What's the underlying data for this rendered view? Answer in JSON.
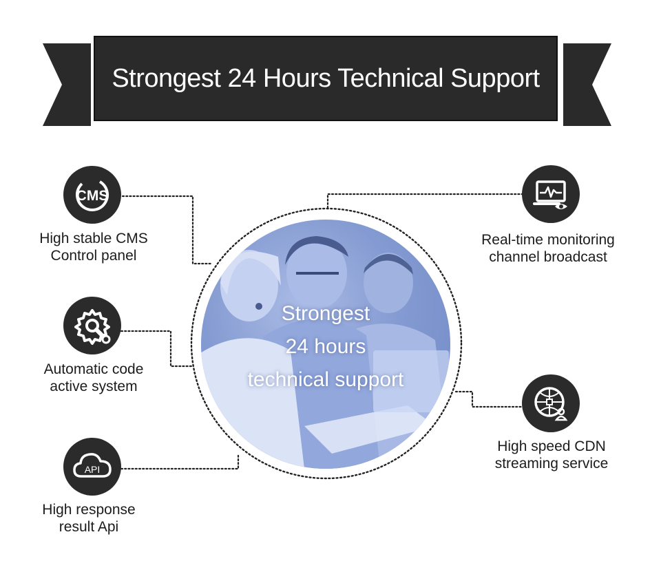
{
  "banner": {
    "title": "Strongest 24 Hours Technical Support"
  },
  "center": {
    "line1": "Strongest",
    "line2": "24 hours",
    "line3": "technical support"
  },
  "features": {
    "cms": {
      "icon": "cms-icon",
      "icon_text": "CMS",
      "line1": "High stable CMS",
      "line2": "Control panel"
    },
    "code": {
      "icon": "gear-wrench-icon",
      "line1": "Automatic code",
      "line2": "active system"
    },
    "api": {
      "icon": "cloud-api-icon",
      "icon_text": "API",
      "line1": "High response",
      "line2": "result Api"
    },
    "monitor": {
      "icon": "monitor-eye-icon",
      "line1": "Real-time monitoring",
      "line2": "channel broadcast"
    },
    "cdn": {
      "icon": "network-globe-icon",
      "line1": "High speed CDN",
      "line2": "streaming service"
    }
  },
  "colors": {
    "banner_bg": "#2a2a2a",
    "icon_bg": "#2b2b2b",
    "photo_tint": "#7e96cf"
  }
}
